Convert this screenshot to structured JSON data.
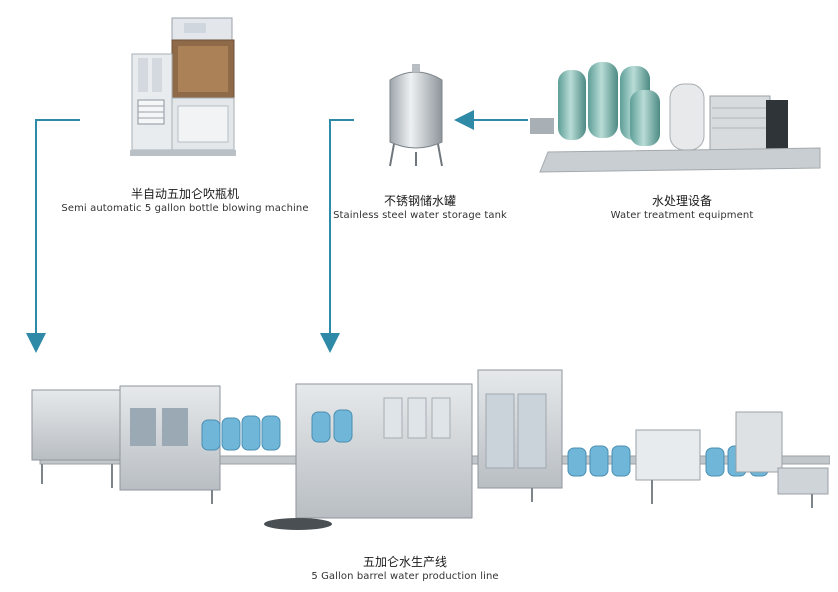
{
  "equipment": {
    "blowing_machine": {
      "label_cn": "半自动五加仑吹瓶机",
      "label_en": "Semi automatic 5 gallon bottle blowing machine"
    },
    "storage_tank": {
      "label_cn": "不锈钢储水罐",
      "label_en": "Stainless steel water storage tank"
    },
    "water_treatment": {
      "label_cn": "水处理设备",
      "label_en": "Water treatment equipment"
    },
    "production_line": {
      "label_cn": "五加仑水生产线",
      "label_en": "5 Gallon barrel water production line"
    }
  },
  "colors": {
    "arrow": "#2f8aa8",
    "steel": "#c9ced3",
    "bottle": "#6fb6d8"
  }
}
